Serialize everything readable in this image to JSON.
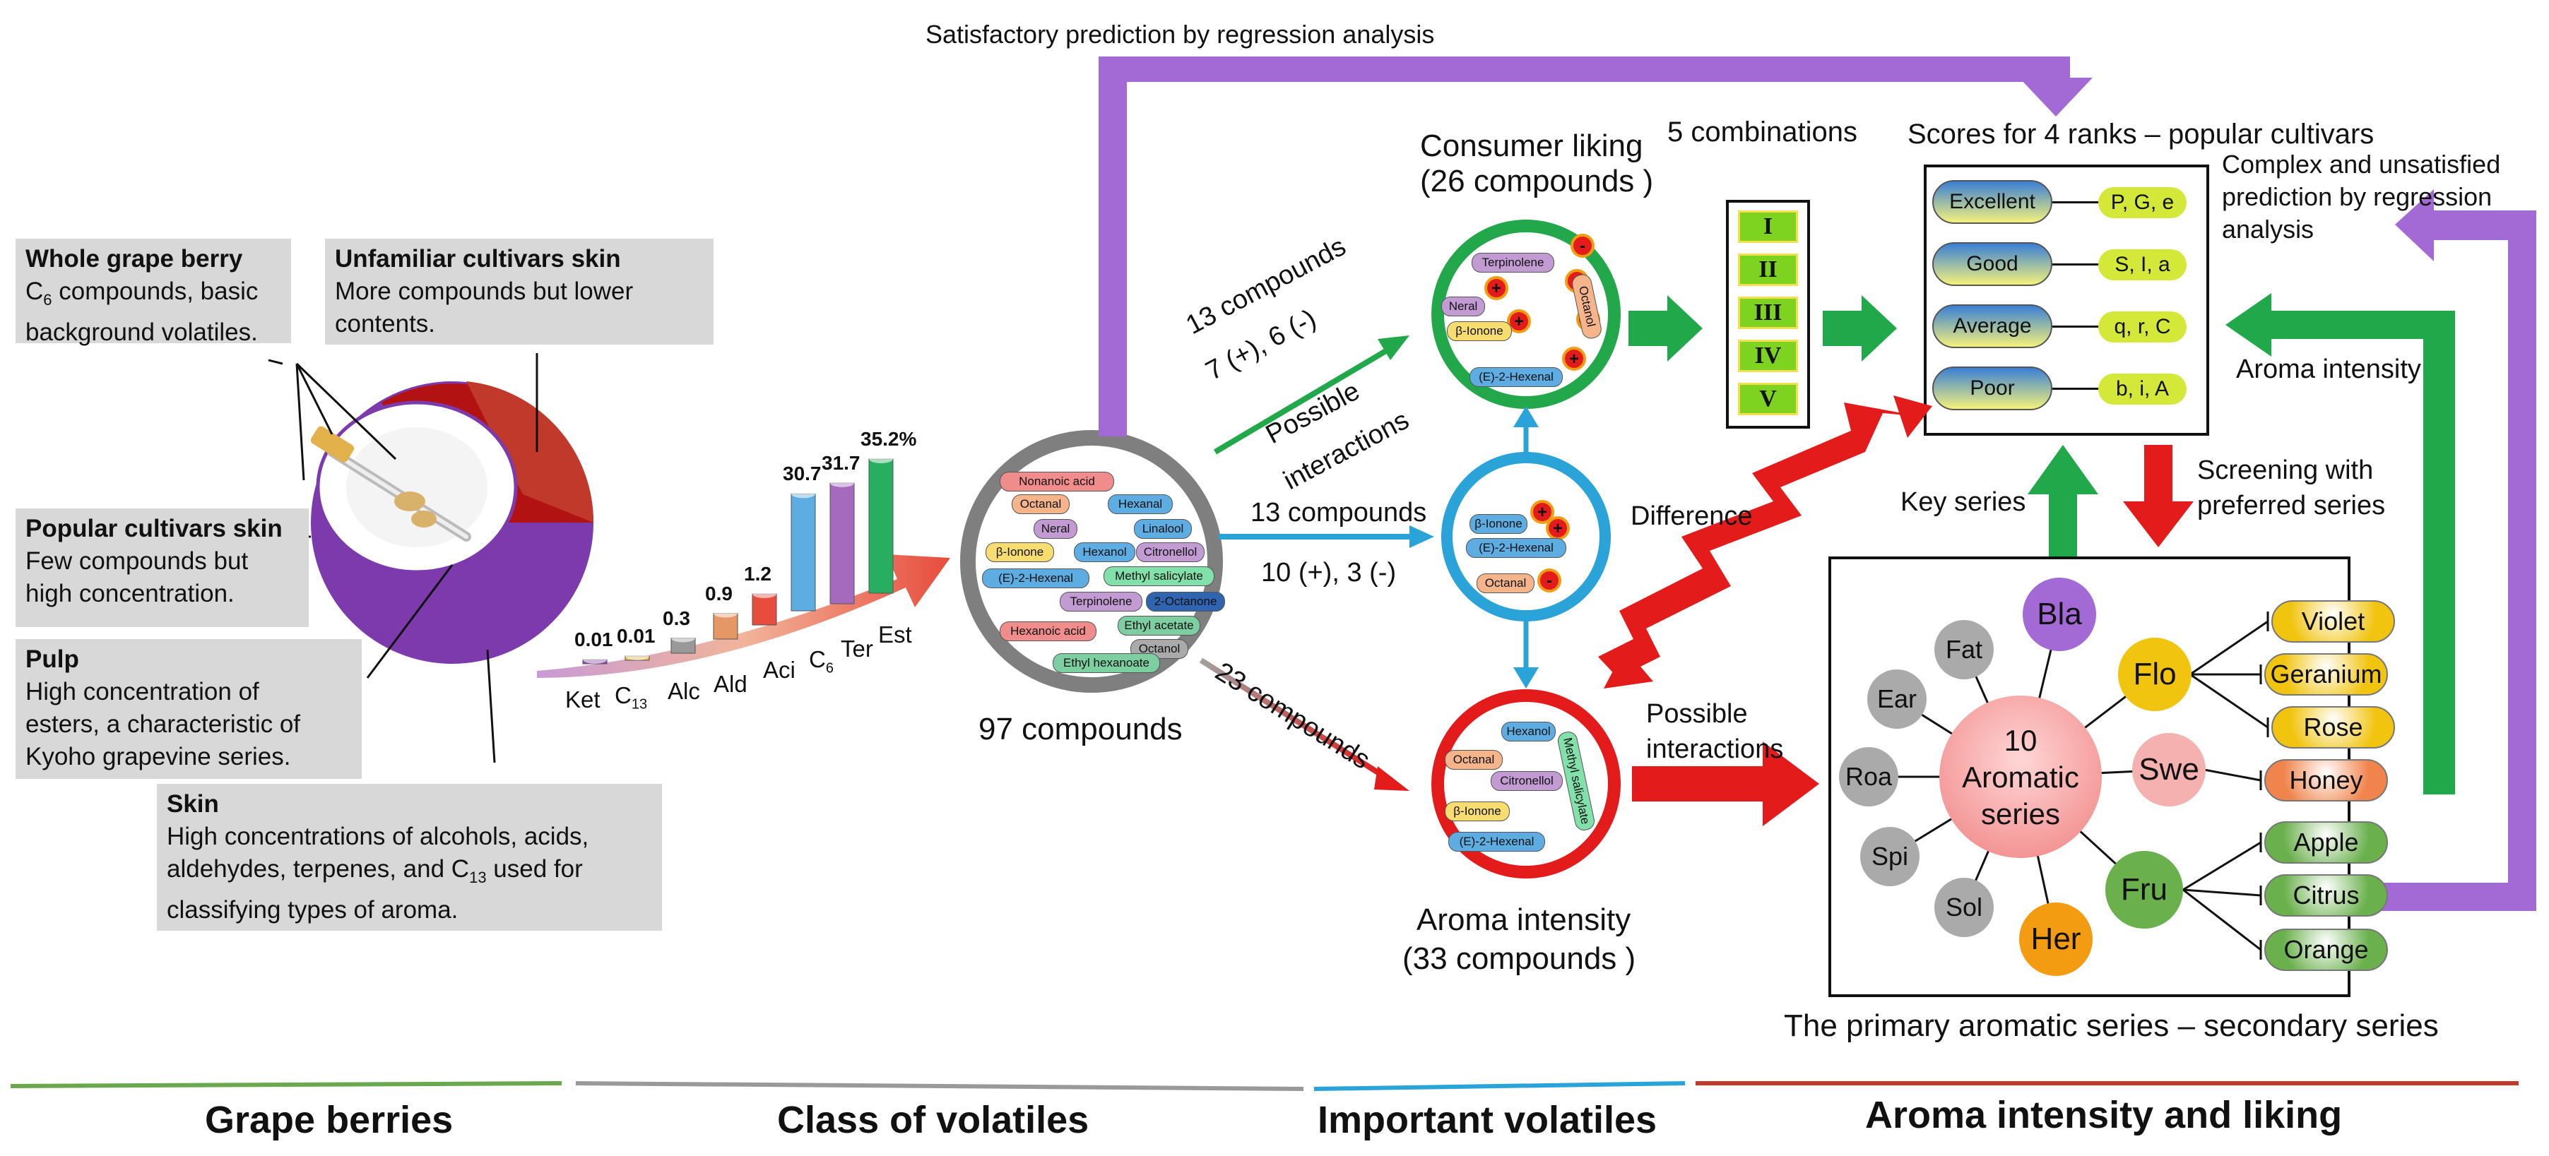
{
  "boxes": {
    "whole": {
      "title": "Whole grape berry",
      "line1_c": "C",
      "line1_sub": "6",
      "line1_rest": " compounds, basic",
      "line2": "background volatiles."
    },
    "unfamiliar": {
      "title": "Unfamiliar cultivars skin",
      "line1": "More compounds but lower",
      "line2": "contents."
    },
    "popular": {
      "title": "Popular cultivars skin",
      "line1": "Few compounds but",
      "line2": "high concentration."
    },
    "pulp": {
      "title": "Pulp",
      "line1": "High concentration of",
      "line2": "esters, a characteristic of",
      "line3": "Kyoho grapevine series."
    },
    "skin": {
      "title": "Skin",
      "line1": "High concentrations of alcohols, acids,",
      "line2": "aldehydes, terpenes, and C",
      "line2_sub": "13",
      "line2_rest": " used for",
      "line3": "classifying types of aroma."
    }
  },
  "chart_data": {
    "type": "bar",
    "categories": [
      "Ket",
      "C13",
      "Alc",
      "Ald",
      "Aci",
      "C6",
      "Ter",
      "Est"
    ],
    "value_labels": [
      "0.01",
      "0.01",
      "0.3",
      "0.9",
      "1.2",
      "30.7",
      "31.7",
      "35.2%"
    ],
    "values": [
      0.01,
      0.01,
      0.3,
      0.9,
      1.2,
      30.7,
      31.7,
      35.2
    ],
    "colors": [
      "#8e44ad",
      "#e9b44c",
      "#999999",
      "#e59866",
      "#e74c3c",
      "#5dade2",
      "#a569bd",
      "#27ae60"
    ]
  },
  "compounds": {
    "total_label": "97 compounds",
    "pool": [
      "Nonanoic acid",
      "Octanal",
      "Hexanal",
      "Neral",
      "Linalool",
      "β-Ionone",
      "Hexanol",
      "Citronellol",
      "(E)-2-Hexenal",
      "Methyl salicylate",
      "Terpinolene",
      "2-Octanone",
      "Ethyl acetate",
      "Hexanoic acid",
      "Octanol",
      "Ethyl hexanoate"
    ],
    "liking_circle": [
      "Terpinolene",
      "Neral",
      "β-Ionone",
      "(E)-2-Hexenal",
      "Octanol"
    ],
    "mid_circle": [
      "β-Ionone",
      "(E)-2-Hexenal",
      "Octanal"
    ],
    "intensity_circle": [
      "Hexanol",
      "Octanal",
      "Citronellol",
      "β-Ionone",
      "(E)-2-Hexenal",
      "Methyl salicylate"
    ]
  },
  "arrows": {
    "top_arrow": "Satisfactory prediction by regression analysis",
    "liking_a": "13 compounds",
    "liking_b": "7 (+), 6 (-)",
    "mid_a": "13 compounds",
    "mid_b": "10 (+), 3 (-)",
    "intensity": "23 compounds",
    "possible_1": "Possible",
    "possible_2": "interactions",
    "difference": "Difference",
    "possible_b1": "Possible",
    "possible_b2": "interactions",
    "key_series": "Key series",
    "screening_1": "Screening with",
    "screening_2": "preferred series",
    "aroma_intensity_right": "Aroma intensity",
    "complex_1": "Complex and unsatisfied",
    "complex_2": "prediction by regression",
    "complex_3": "analysis"
  },
  "consumer": {
    "title1": "Consumer liking",
    "title2": "(26 compounds )"
  },
  "intensity": {
    "title1": "Aroma intensity",
    "title2": "(33 compounds )"
  },
  "combinations": {
    "label": "5 combinations",
    "items": [
      "I",
      "II",
      "III",
      "IV",
      "V"
    ]
  },
  "scores": {
    "title": "Scores for 4 ranks – popular cultivars",
    "ranks": [
      {
        "rank": "Excellent",
        "codes": "P, G, e"
      },
      {
        "rank": "Good",
        "codes": "S, I, a"
      },
      {
        "rank": "Average",
        "codes": "q, r, C"
      },
      {
        "rank": "Poor",
        "codes": "b, i, A"
      }
    ]
  },
  "series": {
    "center": [
      "10",
      "Aromatic",
      "series"
    ],
    "nodes": [
      "Bla",
      "Fat",
      "Ear",
      "Roa",
      "Spi",
      "Sol",
      "Her",
      "Flo",
      "Swe",
      "Fru"
    ],
    "secondary": [
      "Violet",
      "Geranium",
      "Rose",
      "Honey",
      "Apple",
      "Citrus",
      "Orange"
    ],
    "caption": "The primary aromatic series – secondary series"
  },
  "sections": [
    "Grape berries",
    "Class of volatiles",
    "Important  volatiles",
    "Aroma intensity and liking"
  ]
}
